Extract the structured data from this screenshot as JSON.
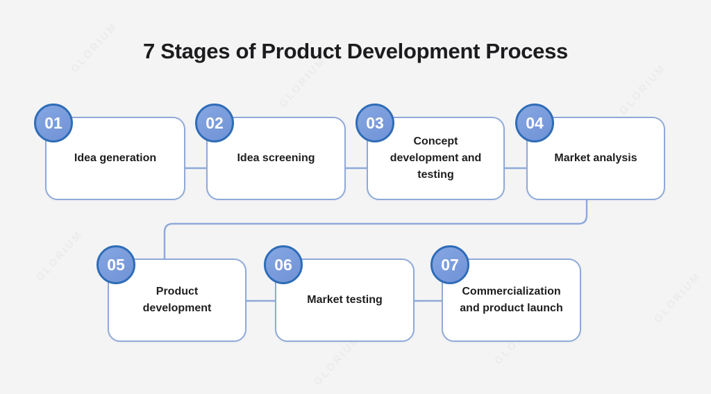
{
  "title": "7 Stages of Product Development Process",
  "watermark": "GLORIUM",
  "colors": {
    "background": "#f4f4f5",
    "box_fill": "#ffffff",
    "box_border": "#8fa9d9",
    "connector_line": "#8fa9d9",
    "circle_fill": "#7b9cdc",
    "circle_border": "#2e6cb7",
    "circle_text": "#ffffff",
    "title_text": "#1c1c1e",
    "label_text": "#1e1e1e"
  },
  "stages": [
    {
      "number": "01",
      "label": "Idea generation"
    },
    {
      "number": "02",
      "label": "Idea screening"
    },
    {
      "number": "03",
      "label": "Concept development and testing"
    },
    {
      "number": "04",
      "label": "Market analysis"
    },
    {
      "number": "05",
      "label": "Product development"
    },
    {
      "number": "06",
      "label": "Market testing"
    },
    {
      "number": "07",
      "label": "Commercialization and product launch"
    }
  ]
}
